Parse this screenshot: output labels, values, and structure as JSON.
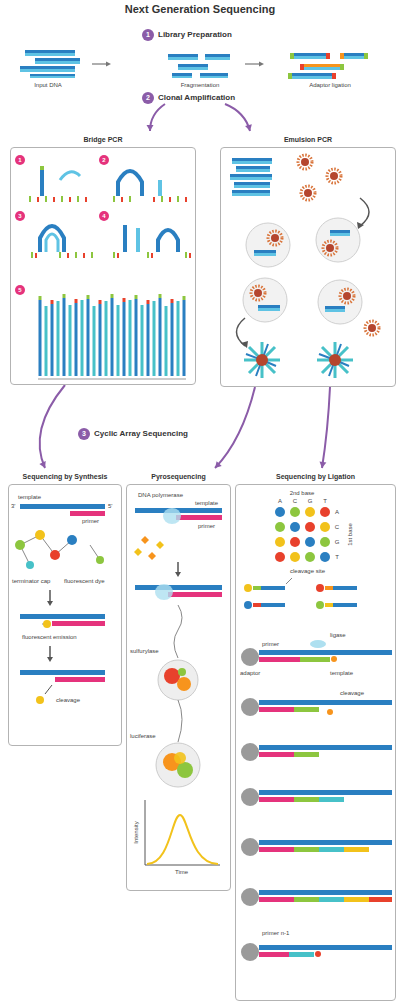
{
  "diagram": {
    "title": "Next Generation Sequencing",
    "nodes": [
      {
        "text": [
          "1",
          "Library Preparation"
        ]
      },
      {
        "text": [
          "2",
          "Clonal Amplification"
        ]
      },
      {
        "text": [
          "Bridge PCR"
        ]
      },
      {
        "text": [
          "1"
        ],
        "in": 2
      },
      {
        "text": [
          "2"
        ],
        "in": 2
      },
      {
        "text": [
          "3"
        ],
        "in": 2
      },
      {
        "text": [
          "4"
        ],
        "in": 2
      },
      {
        "text": [
          "5"
        ],
        "in": 2
      },
      {
        "text": [
          "Emulsion PCR"
        ]
      },
      {
        "text": [
          "3",
          "Cyclic Array Sequencing"
        ]
      },
      {
        "text": [
          "Sequencing by Synthesis"
        ]
      },
      {
        "text": [
          "Pyrosequencing"
        ]
      },
      {
        "text": [
          "Sequencing by Ligation"
        ]
      }
    ],
    "edges": [
      {
        "from": 1,
        "to": 2,
        "arrow": "to"
      },
      {
        "from": 1,
        "to": 8,
        "arrow": "to"
      },
      {
        "from": 2,
        "to": 10,
        "arrow": "to"
      },
      {
        "from": 8,
        "to": 11,
        "arrow": "to"
      },
      {
        "from": 8,
        "to": 12,
        "arrow": "to"
      }
    ],
    "labels": [
      "Input DNA",
      "Fragmentation",
      "Adaptor ligation",
      "template",
      "3'",
      "5'",
      "primer",
      "terminator cap",
      "fluorescent dye",
      "fluorescent emission",
      "cleavage",
      "DNA polymerase",
      "template",
      "primer",
      "sulfurylase",
      "luciferase",
      "Intensity",
      "Time",
      "2nd base",
      "A",
      "C",
      "G",
      "T",
      "A",
      "C",
      "G",
      "T",
      "1st base",
      "cleavage site",
      "primer",
      "ligase",
      "adaptor",
      "template",
      "cleavage",
      "primer n-1"
    ]
  }
}
